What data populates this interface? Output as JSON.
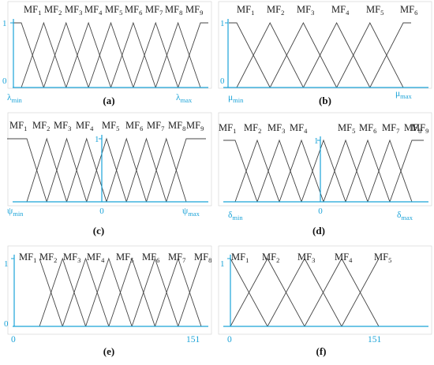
{
  "colors": {
    "axis": "#1ba3d8",
    "curve": "#444444",
    "text": "#1a1a1a",
    "frame": "#d0d0d0"
  },
  "panels": [
    {
      "id": "a",
      "caption": "(a)",
      "mf_labels": [
        "MF",
        "MF",
        "MF",
        "MF",
        "MF",
        "MF",
        "MF",
        "MF",
        "MF"
      ],
      "mf_numbers": [
        "1",
        "2",
        "3",
        "4",
        "5",
        "6",
        "7",
        "8",
        "9"
      ],
      "y_top": "1",
      "y_bottom": "0",
      "x_left": "λ",
      "x_left_sub": "min",
      "x_right": "λ",
      "x_right_sub": "max",
      "x_zero": ""
    },
    {
      "id": "b",
      "caption": "(b)",
      "mf_labels": [
        "MF",
        "MF",
        "MF",
        "MF",
        "MF",
        "MF"
      ],
      "mf_numbers": [
        "1",
        "2",
        "3",
        "4",
        "5",
        "6"
      ],
      "y_top": "1",
      "y_bottom": "0",
      "x_left": "μ",
      "x_left_sub": "min",
      "x_right": "μ",
      "x_right_sub": "max",
      "x_zero": ""
    },
    {
      "id": "c",
      "caption": "(c)",
      "mf_labels": [
        "MF",
        "MF",
        "MF",
        "MF",
        "MF",
        "MF",
        "MF",
        "MF",
        "MF"
      ],
      "mf_numbers": [
        "1",
        "2",
        "3",
        "4",
        "5",
        "6",
        "7",
        "8",
        "9"
      ],
      "y_top": "1",
      "y_bottom": "",
      "x_left": "ψ",
      "x_left_sub": "min",
      "x_right": "ψ",
      "x_right_sub": "max",
      "x_zero": "0"
    },
    {
      "id": "d",
      "caption": "(d)",
      "mf_labels": [
        "MF",
        "MF",
        "MF",
        "MF",
        "MF",
        "MF",
        "MF",
        "MF",
        "MF"
      ],
      "mf_numbers": [
        "1",
        "2",
        "3",
        "4",
        "5",
        "6",
        "7",
        "8",
        "9"
      ],
      "y_top": "1",
      "y_bottom": "",
      "x_left": "δ",
      "x_left_sub": "min",
      "x_right": "δ",
      "x_right_sub": "max",
      "x_zero": "0"
    },
    {
      "id": "e",
      "caption": "(e)",
      "mf_labels": [
        "MF",
        "MF",
        "MF",
        "MF",
        "MF",
        "MF",
        "MF",
        "MF"
      ],
      "mf_numbers": [
        "1",
        "2",
        "3",
        "4",
        "5",
        "6",
        "7",
        "8"
      ],
      "y_top": "1",
      "y_bottom": "0",
      "x_left": "0",
      "x_left_sub": "",
      "x_right": "151",
      "x_right_sub": "",
      "x_zero": ""
    },
    {
      "id": "f",
      "caption": "(f)",
      "mf_labels": [
        "MF",
        "MF",
        "MF",
        "MF",
        "MF"
      ],
      "mf_numbers": [
        "1",
        "2",
        "3",
        "4",
        "5"
      ],
      "y_top": "1",
      "y_bottom": "0",
      "x_left": "0",
      "x_left_sub": "",
      "x_right": "151",
      "x_right_sub": "",
      "x_zero": ""
    }
  ]
}
